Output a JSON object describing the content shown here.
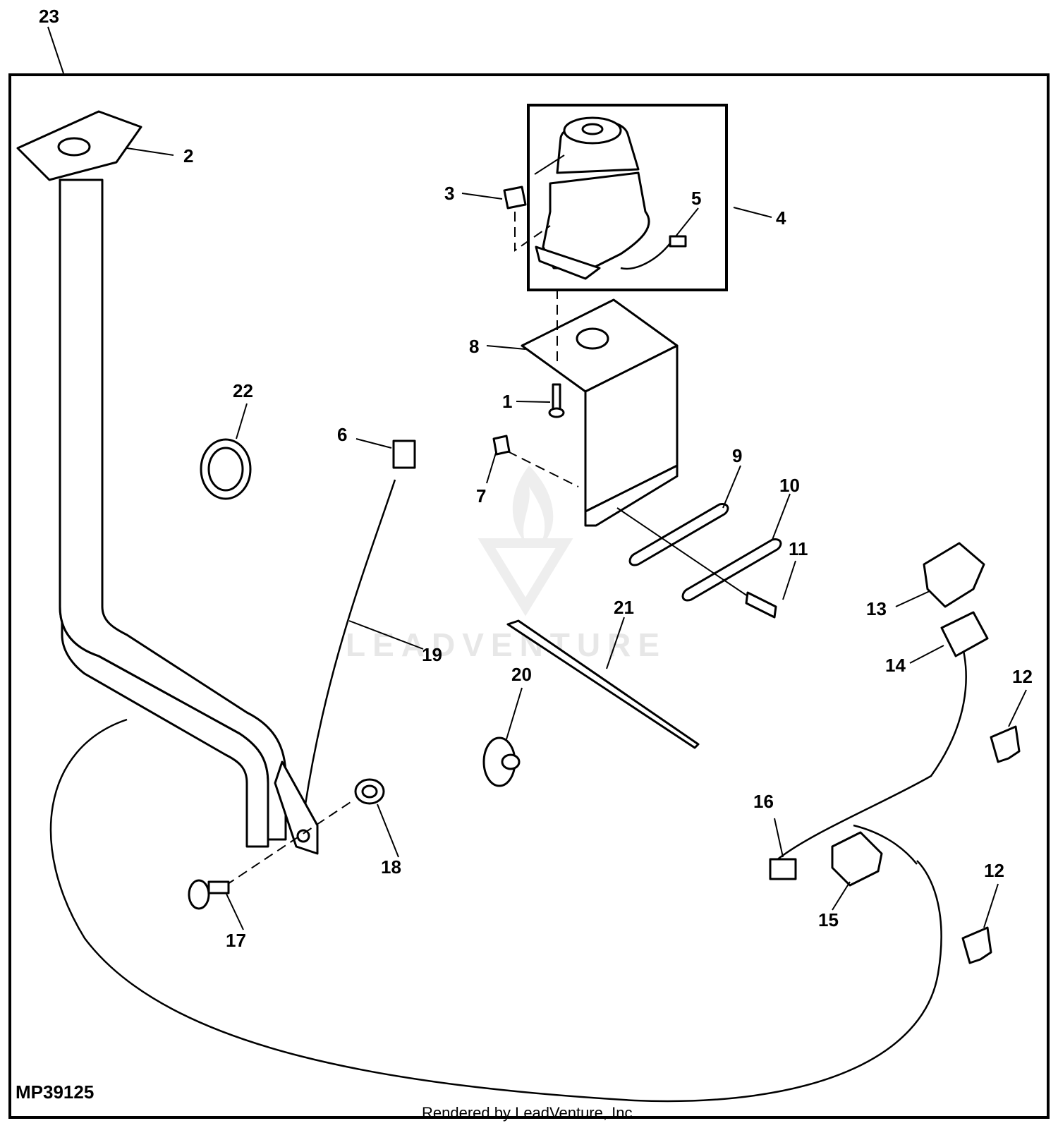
{
  "figure_code": "MP39125",
  "credit": "Rendered by LeadVenture, Inc.",
  "watermark": "LEADVENTURE",
  "callouts": [
    "1",
    "2",
    "3",
    "4",
    "5",
    "6",
    "7",
    "8",
    "9",
    "10",
    "11",
    "12",
    "13",
    "14",
    "15",
    "16",
    "17",
    "18",
    "19",
    "20",
    "21",
    "22",
    "23"
  ]
}
